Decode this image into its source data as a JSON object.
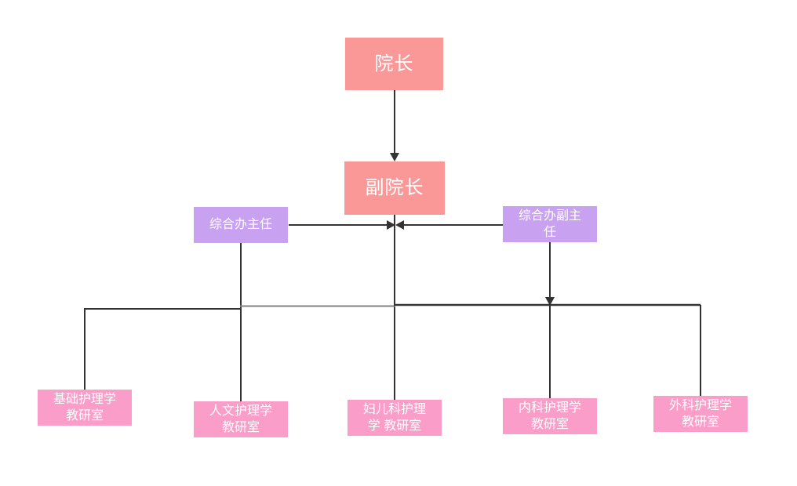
{
  "diagram": {
    "kind": "org-chart",
    "background_color": "#ffffff",
    "line_color": "#333333",
    "nodes": {
      "dean": {
        "label": "院长",
        "fill": "#FA9898",
        "text_color": "#ffffff"
      },
      "vice_dean": {
        "label": "副院长",
        "fill": "#FA9898",
        "text_color": "#ffffff"
      },
      "office_director": {
        "label": "综合办主任",
        "fill": "#C9A1F1",
        "text_color": "#ffffff"
      },
      "office_deputy": {
        "label": "综合办副主\n任",
        "fill": "#C9A1F1",
        "text_color": "#ffffff"
      },
      "dept_basic": {
        "label": "基础护理学\n教研室",
        "fill": "#FA9DC9",
        "text_color": "#ffffff"
      },
      "dept_humanistic": {
        "label": "人文护理学\n教研室",
        "fill": "#FA9DC9",
        "text_color": "#ffffff"
      },
      "dept_maternal_child": {
        "label": "妇儿科护理\n学  教研室",
        "fill": "#FA9DC9",
        "text_color": "#ffffff"
      },
      "dept_internal": {
        "label": "内科护理学\n教研室",
        "fill": "#FA9DC9",
        "text_color": "#ffffff"
      },
      "dept_surgical": {
        "label": "外科护理学\n教研室",
        "fill": "#FA9DC9",
        "text_color": "#ffffff"
      }
    },
    "edges": [
      {
        "from": "dean",
        "to": "vice_dean",
        "type": "arrow"
      },
      {
        "from": "office_director",
        "to": "vice_dean",
        "type": "arrow"
      },
      {
        "from": "office_deputy",
        "to": "vice_dean",
        "type": "arrow"
      },
      {
        "from": "vice_dean",
        "to": "department_bus",
        "type": "line"
      },
      {
        "from": "office_director",
        "to": "department_bus",
        "type": "line"
      },
      {
        "from": "office_deputy",
        "to": "department_bus",
        "type": "arrow"
      },
      {
        "from": "department_bus",
        "to": "dept_basic",
        "type": "line"
      },
      {
        "from": "department_bus",
        "to": "dept_humanistic",
        "type": "line"
      },
      {
        "from": "department_bus",
        "to": "dept_maternal_child",
        "type": "line"
      },
      {
        "from": "department_bus",
        "to": "dept_internal",
        "type": "line"
      },
      {
        "from": "department_bus",
        "to": "dept_surgical",
        "type": "line"
      }
    ]
  }
}
